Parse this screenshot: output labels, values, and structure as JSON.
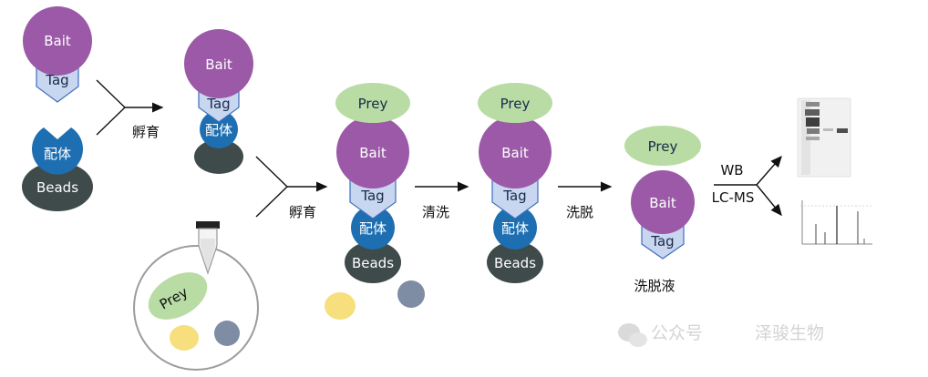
{
  "labels": {
    "bait": "Bait",
    "tag": "Tag",
    "ligand": "配体",
    "beads": "Beads",
    "prey": "Prey"
  },
  "steps": {
    "incubate_1": "孵育",
    "incubate_2": "孵育",
    "wash": "清洗",
    "elute": "洗脱",
    "eluate": "洗脱液",
    "wb": "WB",
    "lcms": "LC-MS"
  },
  "watermark": {
    "account": "公众号",
    "name": "泽骏生物"
  },
  "colors": {
    "bait": "#9b59a8",
    "prey": "#b8dca4",
    "tag": "#c9d6f0",
    "ligand": "#1d6fb2",
    "beads": "#3f4a4a",
    "yellow": "#f6df7c",
    "slate": "#7e8ca4"
  }
}
